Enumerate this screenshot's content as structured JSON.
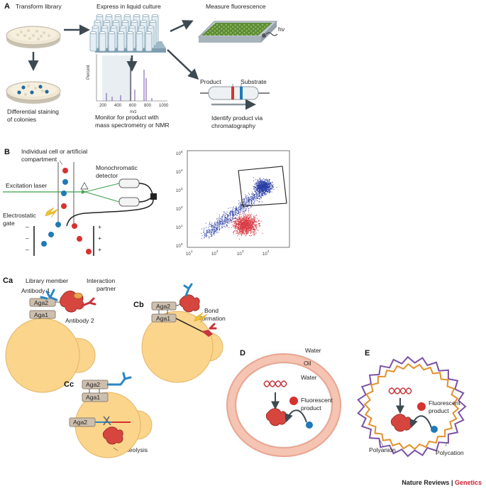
{
  "panels": {
    "A": {
      "letter": "A",
      "steps": {
        "transform": "Transform library",
        "express": "Express in liquid culture",
        "measure": "Measure fluorescence",
        "hv": "hν",
        "staining_1": "Differential staining",
        "staining_2": "of colonies",
        "monitor_1": "Monitor for product with",
        "monitor_2": "mass spectrometry or NMR",
        "identify_1": "Identify product via",
        "identify_2": "chromatography",
        "product": "Product",
        "substrate": "Substrate"
      },
      "ms_axis": {
        "ylabel": "Percent",
        "xlabel": "m/z",
        "ticks": [
          "200",
          "400",
          "600",
          "800",
          "1000"
        ]
      }
    },
    "B": {
      "letter": "B",
      "cell_1": "Individual cell or artificial",
      "cell_2": "compartment",
      "detector_1": "Monochromatic",
      "detector_2": "detector",
      "laser": "Excitation laser",
      "gate_1": "Electrostatic",
      "gate_2": "gate",
      "minus": "–",
      "plus": "+",
      "plot_axis": {
        "x_ticks": [
          "10",
          "10",
          "10",
          "10"
        ],
        "x_exp": [
          "1",
          "2",
          "3",
          "4"
        ],
        "y_ticks": [
          "10",
          "10",
          "10",
          "10",
          "10",
          "10"
        ],
        "y_exp": [
          "0",
          "1",
          "2",
          "3",
          "4",
          "5"
        ]
      }
    },
    "Ca": {
      "letter": "Ca",
      "library_member": "Library member",
      "interaction_1": "Interaction",
      "interaction_2": "partner",
      "antibody_1": "Antibody 1",
      "antibody_2": "Antibody 2",
      "aga2": "Aga2",
      "aga1": "Aga1"
    },
    "Cb": {
      "letter": "Cb",
      "bond_1": "Bond",
      "bond_2": "formation",
      "aga2": "Aga2",
      "aga1": "Aga1"
    },
    "Cc": {
      "letter": "Cc",
      "aga2_top": "Aga2",
      "aga1": "Aga1",
      "aga2_inner": "Aga2",
      "proteolysis": "Proteolysis"
    },
    "D": {
      "letter": "D",
      "water_out": "Water",
      "oil": "Oil",
      "water_in": "Water",
      "fluor_1": "Fluorescent",
      "fluor_2": "product"
    },
    "E": {
      "letter": "E",
      "fluor_1": "Fluorescent",
      "fluor_2": "product",
      "polyanion": "Polyanion",
      "polycation": "Polycation"
    }
  },
  "footer": {
    "journal": "Nature Reviews",
    "separator": " | ",
    "section": "Genetics"
  },
  "colors": {
    "arrow": "#3d4a52",
    "cell": "#fbd58c",
    "red": "#d6322f",
    "blue": "#1f7ab7",
    "antibody_blue": "#2b86c2",
    "antibody_red": "#c8353a",
    "aga": "#cdbfae",
    "oil_ring": "#f1b7a4",
    "polycation": "#e2912b",
    "polyanion": "#7a52a6",
    "green_wells": "#6a9a3e",
    "scatter_blue": "#2a3fa6",
    "scatter_red": "#d93a44"
  }
}
